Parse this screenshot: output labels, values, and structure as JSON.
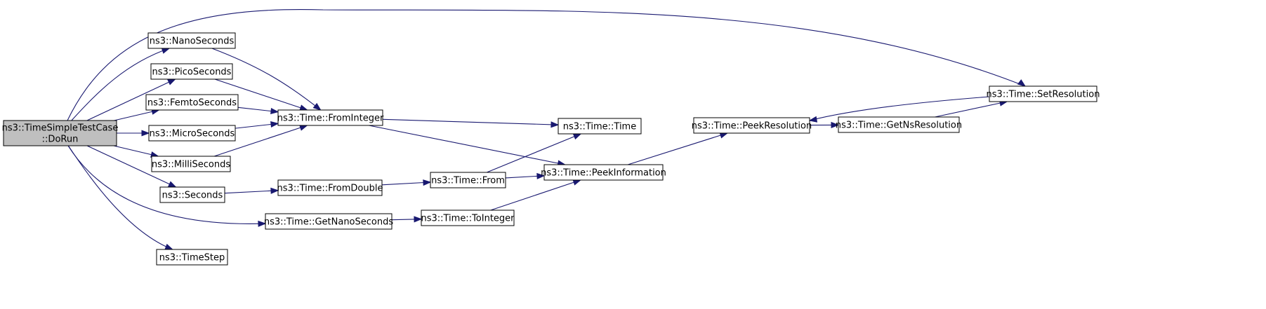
{
  "graph": {
    "nodes": [
      {
        "id": "root",
        "lines": [
          "ns3::TimeSimpleTestCase",
          "::DoRun"
        ],
        "highlight": true
      },
      {
        "id": "nano",
        "lines": [
          "ns3::NanoSeconds"
        ]
      },
      {
        "id": "pico",
        "lines": [
          "ns3::PicoSeconds"
        ]
      },
      {
        "id": "femto",
        "lines": [
          "ns3::FemtoSeconds"
        ]
      },
      {
        "id": "micro",
        "lines": [
          "ns3::MicroSeconds"
        ]
      },
      {
        "id": "milli",
        "lines": [
          "ns3::MilliSeconds"
        ]
      },
      {
        "id": "seconds",
        "lines": [
          "ns3::Seconds"
        ]
      },
      {
        "id": "timestep",
        "lines": [
          "ns3::TimeStep"
        ]
      },
      {
        "id": "frominteger",
        "lines": [
          "ns3::Time::FromInteger"
        ]
      },
      {
        "id": "fromdouble",
        "lines": [
          "ns3::Time::FromDouble"
        ]
      },
      {
        "id": "getnano",
        "lines": [
          "ns3::Time::GetNanoSeconds"
        ]
      },
      {
        "id": "time",
        "lines": [
          "ns3::Time::Time"
        ]
      },
      {
        "id": "from",
        "lines": [
          "ns3::Time::From"
        ]
      },
      {
        "id": "tointeger",
        "lines": [
          "ns3::Time::ToInteger"
        ]
      },
      {
        "id": "peekinfo",
        "lines": [
          "ns3::Time::PeekInformation"
        ]
      },
      {
        "id": "peekres",
        "lines": [
          "ns3::Time::PeekResolution"
        ]
      },
      {
        "id": "getns",
        "lines": [
          "ns3::Time::GetNsResolution"
        ]
      },
      {
        "id": "setres",
        "lines": [
          "ns3::Time::SetResolution"
        ]
      }
    ],
    "edges": [
      {
        "from": "root",
        "to": "nano"
      },
      {
        "from": "root",
        "to": "pico"
      },
      {
        "from": "root",
        "to": "femto"
      },
      {
        "from": "root",
        "to": "micro"
      },
      {
        "from": "root",
        "to": "milli"
      },
      {
        "from": "root",
        "to": "seconds"
      },
      {
        "from": "root",
        "to": "timestep"
      },
      {
        "from": "root",
        "to": "getnano"
      },
      {
        "from": "root",
        "to": "setres"
      },
      {
        "from": "nano",
        "to": "frominteger"
      },
      {
        "from": "pico",
        "to": "frominteger"
      },
      {
        "from": "femto",
        "to": "frominteger"
      },
      {
        "from": "micro",
        "to": "frominteger"
      },
      {
        "from": "milli",
        "to": "frominteger"
      },
      {
        "from": "seconds",
        "to": "fromdouble"
      },
      {
        "from": "frominteger",
        "to": "time"
      },
      {
        "from": "frominteger",
        "to": "peekinfo"
      },
      {
        "from": "fromdouble",
        "to": "from"
      },
      {
        "from": "from",
        "to": "time"
      },
      {
        "from": "from",
        "to": "peekinfo"
      },
      {
        "from": "getnano",
        "to": "tointeger"
      },
      {
        "from": "tointeger",
        "to": "peekinfo"
      },
      {
        "from": "peekinfo",
        "to": "peekres"
      },
      {
        "from": "peekres",
        "to": "getns"
      },
      {
        "from": "getns",
        "to": "setres"
      },
      {
        "from": "setres",
        "to": "peekres"
      }
    ]
  }
}
